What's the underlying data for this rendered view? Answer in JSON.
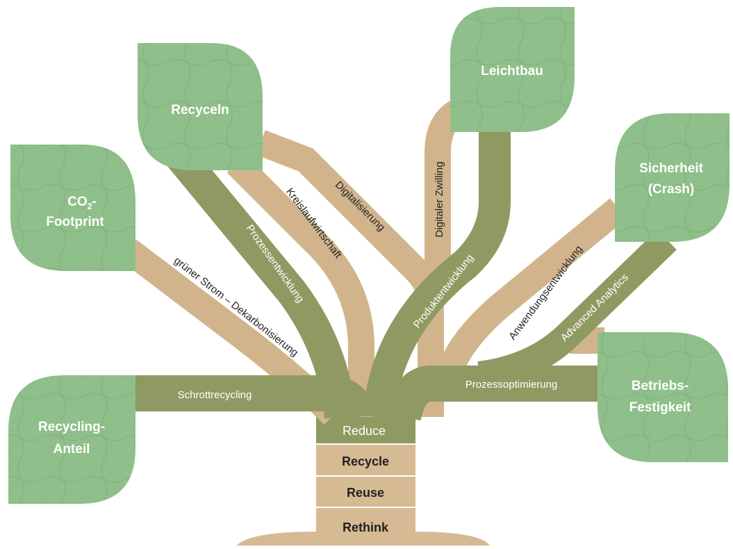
{
  "colors": {
    "branch_green": "#8f9a62",
    "branch_tan": "#d2b48c",
    "leaf_green": "#8fbf8a",
    "leaf_vein": "#6f9a69",
    "trunk_tan": "#d6ba93",
    "text_white": "#ffffff",
    "text_dark": "#222222"
  },
  "leaves": {
    "recyceln": "Recyceln",
    "leichtbau": "Leichtbau",
    "co2_line1": "CO",
    "co2_sub": "2",
    "co2_dash": "-",
    "co2_line2": "Footprint",
    "sicherheit_line1": "Sicherheit",
    "sicherheit_line2": "(Crash)",
    "recycling_line1": "Recycling-",
    "recycling_line2": "Anteil",
    "betriebs_line1": "Betriebs-",
    "betriebs_line2": "Festigkeit"
  },
  "branches": {
    "digitalisierung": "Digitalisierung",
    "kreislaufwirtschaft": "Kreislaufwirtschaft",
    "prozessentwicklung": "Prozessentwicklung",
    "digitaler_zwilling": "Digitaler Zwilling",
    "produktentwicklung": "Produktentwicklung",
    "anwendungsentwicklung": "Anwendungsentwicklung",
    "advanced_analytics": "Advanced Analytics",
    "gruener_strom": "grüner Strom – Dekarbonisierung",
    "schrottrecycling": "Schrottrecycling",
    "prozessoptimierung": "Prozessoptimierung"
  },
  "trunk": {
    "reduce": "Reduce",
    "recycle": "Recycle",
    "reuse": "Reuse",
    "rethink": "Rethink"
  }
}
